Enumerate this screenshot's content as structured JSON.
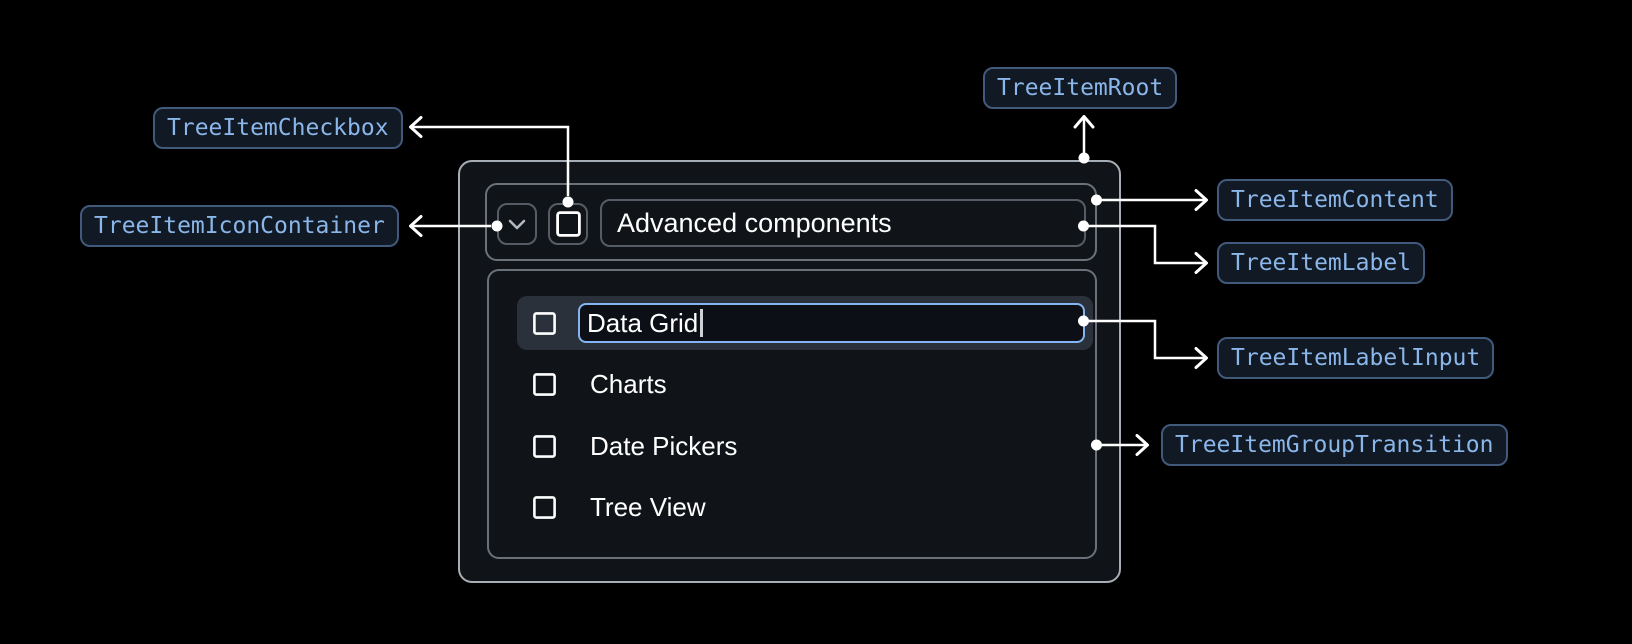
{
  "annotations": {
    "checkbox": {
      "label": "TreeItemCheckbox"
    },
    "icon_container": {
      "label": "TreeItemIconContainer"
    },
    "root": {
      "label": "TreeItemRoot"
    },
    "content": {
      "label": "TreeItemContent"
    },
    "label": {
      "label": "TreeItemLabel"
    },
    "label_input": {
      "label": "TreeItemLabelInput"
    },
    "group_transition": {
      "label": "TreeItemGroupTransition"
    }
  },
  "tree_view": {
    "parent_item": {
      "label": "Advanced components",
      "expanded": true,
      "checkbox_checked": false
    },
    "editing_item": {
      "input_value": "Data Grid",
      "checkbox_checked": false,
      "text_cursor_visible": true
    },
    "child_items": [
      {
        "label": "Charts",
        "checkbox_checked": false
      },
      {
        "label": "Date Pickers",
        "checkbox_checked": false
      },
      {
        "label": "Tree View",
        "checkbox_checked": false
      }
    ]
  },
  "icons": {
    "expander": "chevron-down-icon",
    "checkbox": "checkbox-unchecked-icon"
  },
  "colors": {
    "page_bg": "#000000",
    "root_bg": "#101419",
    "root_border": "#a6adb5",
    "inner_border": "#6b7179",
    "subtle_border": "#565c65",
    "row_highlight_bg": "#2a313b",
    "input_border": "#84b5f2",
    "input_bg": "#0c1016",
    "text_primary": "#ffffff",
    "chevron_icon": "#b2b8be",
    "chip_bg": "#111925",
    "chip_border": "#41597b",
    "chip_text": "#8ab6e9",
    "connector": "#ffffff"
  }
}
